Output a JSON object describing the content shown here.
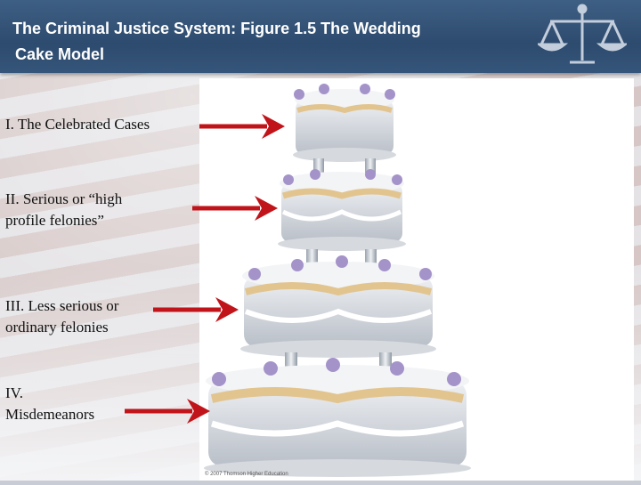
{
  "slide": {
    "title_line1": "The Criminal Justice System: Figure 1.5 The Wedding",
    "title_line2": "Cake Model",
    "labels": [
      "I. The Celebrated Cases",
      "II. Serious or “high",
      "profile felonies”",
      "III. Less serious or",
      "ordinary felonies",
      "IV.",
      "Misdemeanors"
    ],
    "photo_credit": "© 2007 Thomson Higher Education",
    "icons": [
      "scales-of-justice-icon",
      "arrow-right-icon"
    ],
    "colors": {
      "header": "#2d4b6e",
      "arrow": "#c0141a",
      "cake_frosting": "#dfe3e8",
      "cake_gold": "#e2c48f",
      "cake_flower": "#a493c9"
    }
  }
}
